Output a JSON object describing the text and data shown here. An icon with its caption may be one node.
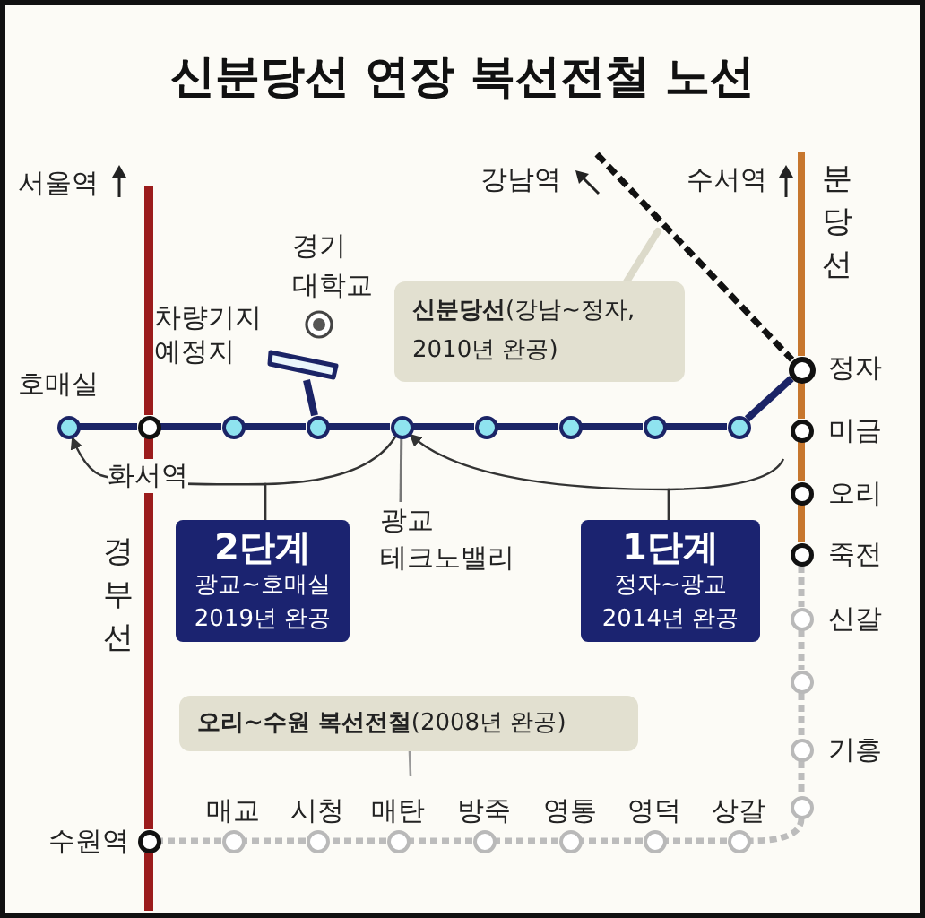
{
  "diagram": {
    "title": "신분당선 연장 복선전철 노선",
    "nodes": [
      {
        "text": [],
        "shape": "box",
        "beside": [
          "차량기지 예정지"
        ]
      },
      {
        "text": [
          "**신분당선**(강남~정자, 2010년 완공)"
        ]
      },
      {
        "text": [],
        "shape": "circle",
        "beside": [
          "호매실"
        ]
      },
      {
        "text": [],
        "shape": "circle",
        "beside": [
          "화서역"
        ]
      },
      {
        "text": [],
        "shape": "circle"
      },
      {
        "text": [],
        "shape": "circle"
      },
      {
        "text": [],
        "shape": "circle"
      },
      {
        "text": [],
        "shape": "circle"
      },
      {
        "text": [],
        "shape": "circle"
      },
      {
        "text": [],
        "shape": "circle"
      },
      {
        "text": [],
        "shape": "circle"
      },
      {
        "text": [],
        "shape": "circle",
        "beside": [
          "정자"
        ]
      },
      {
        "text": [],
        "shape": "circle",
        "beside": [
          "미금"
        ]
      },
      {
        "text": [],
        "shape": "circle",
        "beside": [
          "오리"
        ]
      },
      {
        "text": [],
        "shape": "circle",
        "beside": [
          "죽전"
        ]
      },
      {
        "text": [],
        "shape": "circle",
        "beside": [
          "신갈"
        ]
      },
      {
        "text": [],
        "shape": "circle"
      },
      {
        "text": [],
        "shape": "circle",
        "beside": [
          "기흥"
        ]
      },
      {
        "text": [],
        "shape": "circle"
      },
      {
        "text": [],
        "shape": "circle",
        "beside": [
          "상갈"
        ]
      },
      {
        "text": [],
        "shape": "circle",
        "beside": [
          "영덕"
        ]
      },
      {
        "text": [],
        "shape": "circle",
        "beside": [
          "영통"
        ]
      },
      {
        "text": [],
        "shape": "circle",
        "beside": [
          "방죽"
        ]
      },
      {
        "text": [],
        "shape": "circle",
        "beside": [
          "매탄"
        ]
      },
      {
        "text": [],
        "shape": "circle",
        "beside": [
          "시청"
        ]
      },
      {
        "text": [],
        "shape": "circle",
        "beside": [
          "매교"
        ]
      },
      {
        "text": [],
        "shape": "circle",
        "beside": [
          "수원역"
        ]
      },
      {
        "text": [
          "광교 테크노밸리"
        ]
      },
      {
        "text": [
          "2단계",
          "광교~호매실 2019년 완공"
        ]
      },
      {
        "text": [
          "1단계",
          "정자~광교 2014년 완공"
        ]
      },
      {
        "text": [
          "**오리~수원 복선전철**(2008년 완공)"
        ]
      }
    ],
    "edges": [
      {
        "from": null,
        "to": 3,
        "arrow": "none",
        "color": "#9b1c1c"
      },
      {
        "from": 3,
        "to": 26,
        "arrow": "none",
        "color": "#9b1c1c"
      },
      {
        "from": 26,
        "to": null,
        "arrow": "none",
        "color": "#9b1c1c"
      },
      {
        "from": null,
        "to": 11,
        "arrow": "none",
        "style": "dashed",
        "color": "#111111"
      },
      {
        "from": null,
        "to": 11,
        "arrow": "none",
        "color": "#c7772e"
      },
      {
        "from": 11,
        "to": 12,
        "arrow": "none",
        "color": "#c7772e"
      },
      {
        "from": 12,
        "to": 13,
        "arrow": "none",
        "color": "#c7772e"
      },
      {
        "from": 13,
        "to": 14,
        "arrow": "none",
        "color": "#c7772e"
      },
      {
        "from": 14,
        "to": 15,
        "arrow": "none",
        "style": "dashed"
      },
      {
        "from": 15,
        "to": 16,
        "arrow": "none",
        "style": "dashed"
      },
      {
        "from": 16,
        "to": 17,
        "arrow": "none",
        "style": "dashed"
      },
      {
        "from": 17,
        "to": 18,
        "arrow": "none",
        "style": "dashed"
      },
      {
        "from": 18,
        "to": 19,
        "arrow": "none",
        "style": "dashed"
      },
      {
        "from": 19,
        "to": 20,
        "arrow": "none",
        "style": "dashed"
      },
      {
        "from": 20,
        "to": 21,
        "arrow": "none",
        "style": "dashed"
      },
      {
        "from": 21,
        "to": 22,
        "arrow": "none",
        "style": "dashed"
      },
      {
        "from": 22,
        "to": 23,
        "arrow": "none",
        "style": "dashed"
      },
      {
        "from": 23,
        "to": 24,
        "arrow": "none",
        "style": "dashed"
      },
      {
        "from": 24,
        "to": 25,
        "arrow": "none",
        "style": "dashed"
      },
      {
        "from": 25,
        "to": 26,
        "arrow": "none",
        "style": "dashed"
      },
      {
        "from": 2,
        "to": 3,
        "arrow": "none",
        "color": "#1b2466"
      },
      {
        "from": 3,
        "to": 4,
        "arrow": "none",
        "color": "#1b2466"
      },
      {
        "from": 4,
        "to": 5,
        "arrow": "none",
        "color": "#1b2466"
      },
      {
        "from": 5,
        "to": 6,
        "arrow": "none",
        "color": "#1b2466"
      },
      {
        "from": 6,
        "to": 7,
        "arrow": "none",
        "color": "#1b2466"
      },
      {
        "from": 7,
        "to": 8,
        "arrow": "none",
        "color": "#1b2466"
      },
      {
        "from": 8,
        "to": 9,
        "arrow": "none",
        "color": "#1b2466"
      },
      {
        "from": 9,
        "to": 10,
        "arrow": "none",
        "color": "#1b2466"
      },
      {
        "from": 10,
        "to": 11,
        "arrow": "none",
        "color": "#1b2466"
      },
      {
        "from": 0,
        "to": 5,
        "arrow": "none",
        "color": "#1b2466"
      },
      {
        "from": 1,
        "to": null,
        "arrow": "none",
        "color": "#dcdaca"
      },
      {
        "from": 27,
        "to": 6,
        "arrow": "none",
        "color": "#777777"
      },
      {
        "from": 30,
        "to": null,
        "arrow": "none",
        "color": "#999999"
      },
      {
        "from": 28,
        "to": 2,
        "arrow": "to",
        "color": "#333333"
      },
      {
        "from": 28,
        "to": 6,
        "arrow": "none",
        "color": "#333333"
      },
      {
        "from": 29,
        "to": 6,
        "arrow": "to",
        "color": "#333333"
      },
      {
        "from": 29,
        "to": null,
        "arrow": "none",
        "color": "#333333"
      }
    ],
    "labels": [
      "서울역",
      "강남역",
      "수서역",
      "분당선",
      "경기 대학교",
      "경부선"
    ]
  }
}
